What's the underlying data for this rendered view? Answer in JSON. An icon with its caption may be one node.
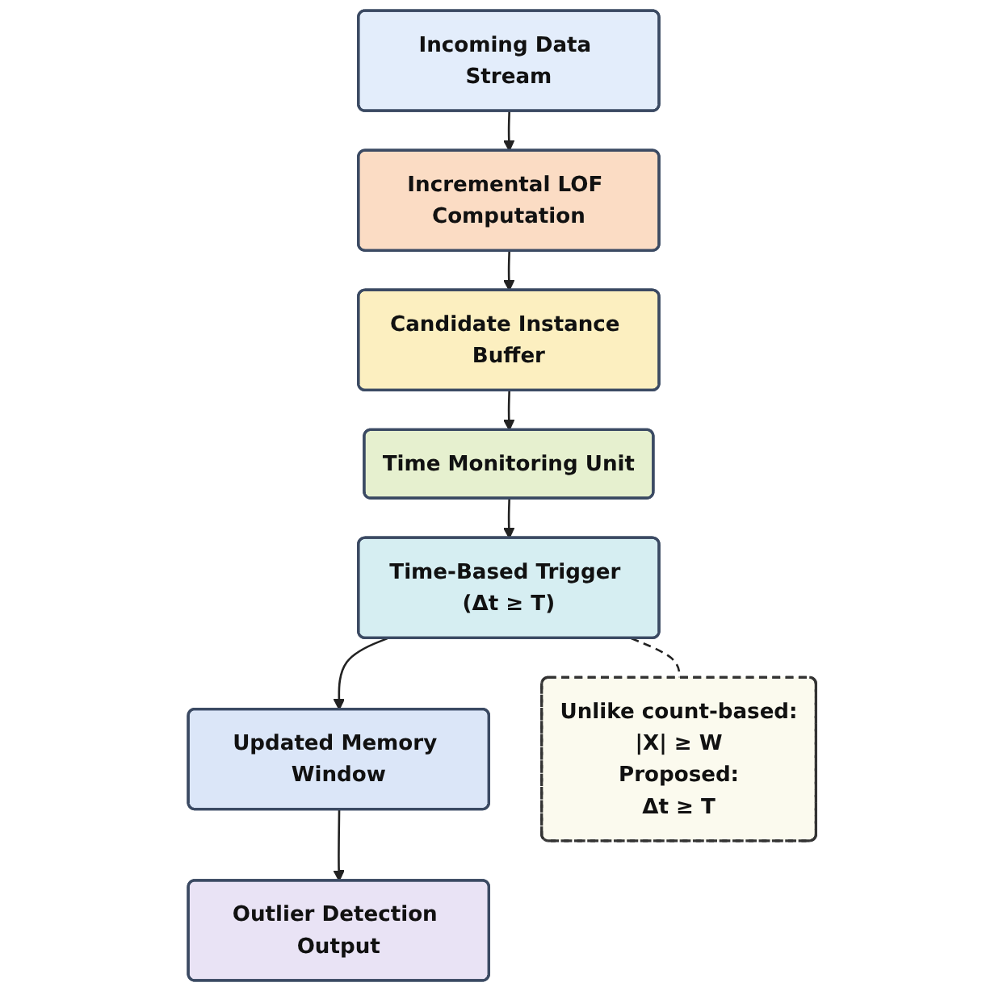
{
  "diagram": {
    "nodes": [
      {
        "text": [
          "Incoming Data Stream"
        ]
      },
      {
        "text": [
          "Incremental LOF Computation"
        ]
      },
      {
        "text": [
          "Candidate Instance Buffer"
        ]
      },
      {
        "text": [
          "Time Monitoring Unit"
        ]
      },
      {
        "text": [
          "Time-Based Trigger (Δt ≥ T)"
        ]
      },
      {
        "text": [
          "Updated Memory Window"
        ]
      },
      {
        "text": [
          "Outlier Detection Output"
        ]
      },
      {
        "text": [
          "Unlike count-based:",
          "|X| ≥ W",
          "Proposed:",
          "Δt ≥ T"
        ]
      }
    ],
    "edges": [
      {
        "from": 0,
        "to": 1,
        "arrow": "to"
      },
      {
        "from": 1,
        "to": 2,
        "arrow": "to"
      },
      {
        "from": 2,
        "to": 3,
        "arrow": "to"
      },
      {
        "from": 3,
        "to": 4,
        "arrow": "to"
      },
      {
        "from": 4,
        "to": 5,
        "arrow": "to"
      },
      {
        "from": 5,
        "to": 6,
        "arrow": "to"
      },
      {
        "from": 4,
        "to": 7,
        "arrow": "none",
        "style": "dashed"
      }
    ]
  }
}
